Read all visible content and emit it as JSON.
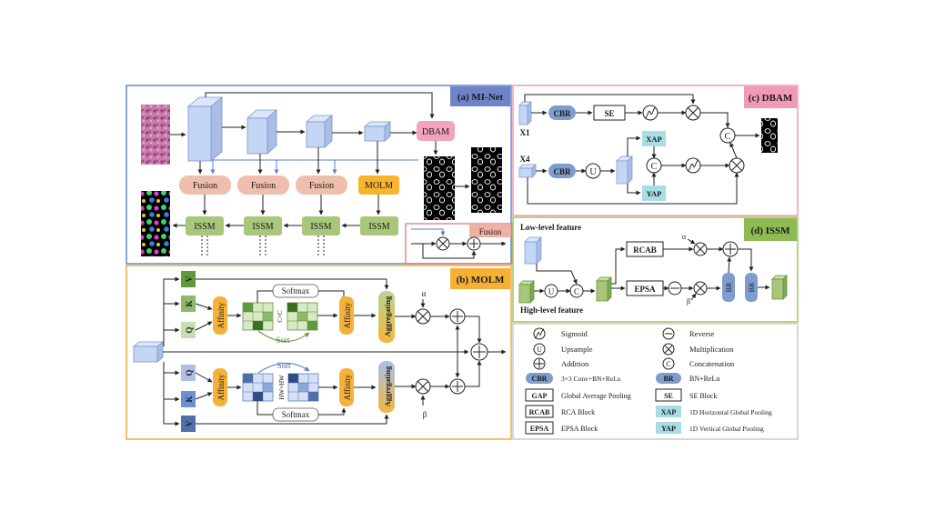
{
  "panels": {
    "a": "(a) MI-Net",
    "b": "(b) MOLM",
    "c": "(c) DBAM",
    "d": "(d) ISSM"
  },
  "colors": {
    "panel_a_border": "#6f8fd0",
    "panel_a_title_bg": "#6f84c8",
    "panel_b_border": "#f2b04a",
    "panel_b_title_bg": "#f5b035",
    "panel_c_border": "#f0a0b8",
    "panel_c_title_bg": "#f299b8",
    "panel_d_border": "#a6c86a",
    "panel_d_title_bg": "#8fbb55",
    "feature_block": "#c4d6f5",
    "fusion": "#efbfae",
    "issm": "#a9c77b",
    "molm": "#f7b52f",
    "dbam": "#f2a3bd",
    "cbr": "#7e9ccc",
    "xap": "#a9dde6",
    "affinity": "#f5b23a",
    "aggregating": "#97c273"
  },
  "mi_net": {
    "fusion": "Fusion",
    "molm": "MOLM",
    "issm": "ISSM",
    "dbam": "DBAM",
    "fusion_inset": "Fusion"
  },
  "molm": {
    "v": "V",
    "k": "K",
    "q": "Q",
    "affinity": "Affinity",
    "softmax": "Softmax",
    "sort": "Sort",
    "aggregating": "Aggregating",
    "cc": "C×C",
    "hwhw": "HW×HW",
    "alpha": "α",
    "beta": "β"
  },
  "dbam": {
    "x1": "X1",
    "x4": "X4",
    "cbr": "CBR",
    "se": "SE",
    "xap": "XAP",
    "yap": "YAP",
    "u": "U",
    "c": "C"
  },
  "issm": {
    "low_level": "Low-level feature",
    "high_level": "High-level feature",
    "rcab": "RCAB",
    "epsa": "EPSA",
    "br": "BR",
    "alpha": "α",
    "beta": "β"
  },
  "legend": {
    "sigmoid": "Sigmoid",
    "reverse": "Reverse",
    "upsample": "Upsample",
    "multiplication": "Multiplication",
    "addition": "Addition",
    "concatenation": "Concatenation",
    "cbr_key": "CBR",
    "cbr_desc": "3×3 Conv+BN+ReLu",
    "br_key": "BR",
    "br_desc": "BN+ReLu",
    "gap_key": "GAP",
    "gap_desc": "Global Average Pooling",
    "se_key": "SE",
    "se_desc": "SE Block",
    "rcab_key": "RCAB",
    "rcab_desc": "RCA Block",
    "xap_key": "XAP",
    "xap_desc": "1D Horizontal Global Pooling",
    "epsa_key": "EPSA",
    "epsa_desc": "EPSA Block",
    "yap_key": "YAP",
    "yap_desc": "1D Vertical Global Pooling"
  }
}
